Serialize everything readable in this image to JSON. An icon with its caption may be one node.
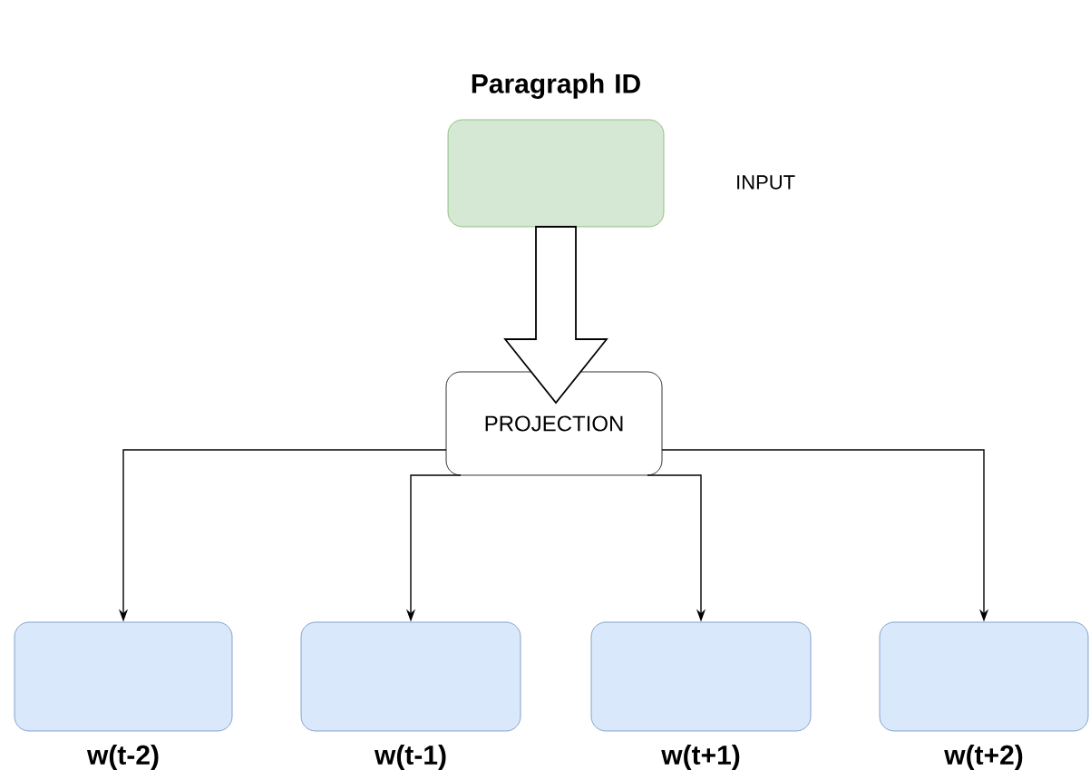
{
  "diagram": {
    "nodes": [
      {
        "text": [
          "Paragraph ID"
        ],
        "beside": [
          "INPUT"
        ]
      },
      {
        "text": [
          "PROJECTION"
        ]
      },
      {
        "text": [
          "w(t-2)"
        ]
      },
      {
        "text": [
          "w(t-1)"
        ]
      },
      {
        "text": [
          "w(t+1)"
        ]
      },
      {
        "text": [
          "w(t+2)"
        ]
      }
    ],
    "edges": [
      {
        "from": 0,
        "to": 1,
        "arrow": "to",
        "style": "thick"
      },
      {
        "from": 1,
        "to": 2,
        "arrow": "to"
      },
      {
        "from": 1,
        "to": 3,
        "arrow": "to"
      },
      {
        "from": 1,
        "to": 4,
        "arrow": "to"
      },
      {
        "from": 1,
        "to": 5,
        "arrow": "to"
      }
    ]
  }
}
